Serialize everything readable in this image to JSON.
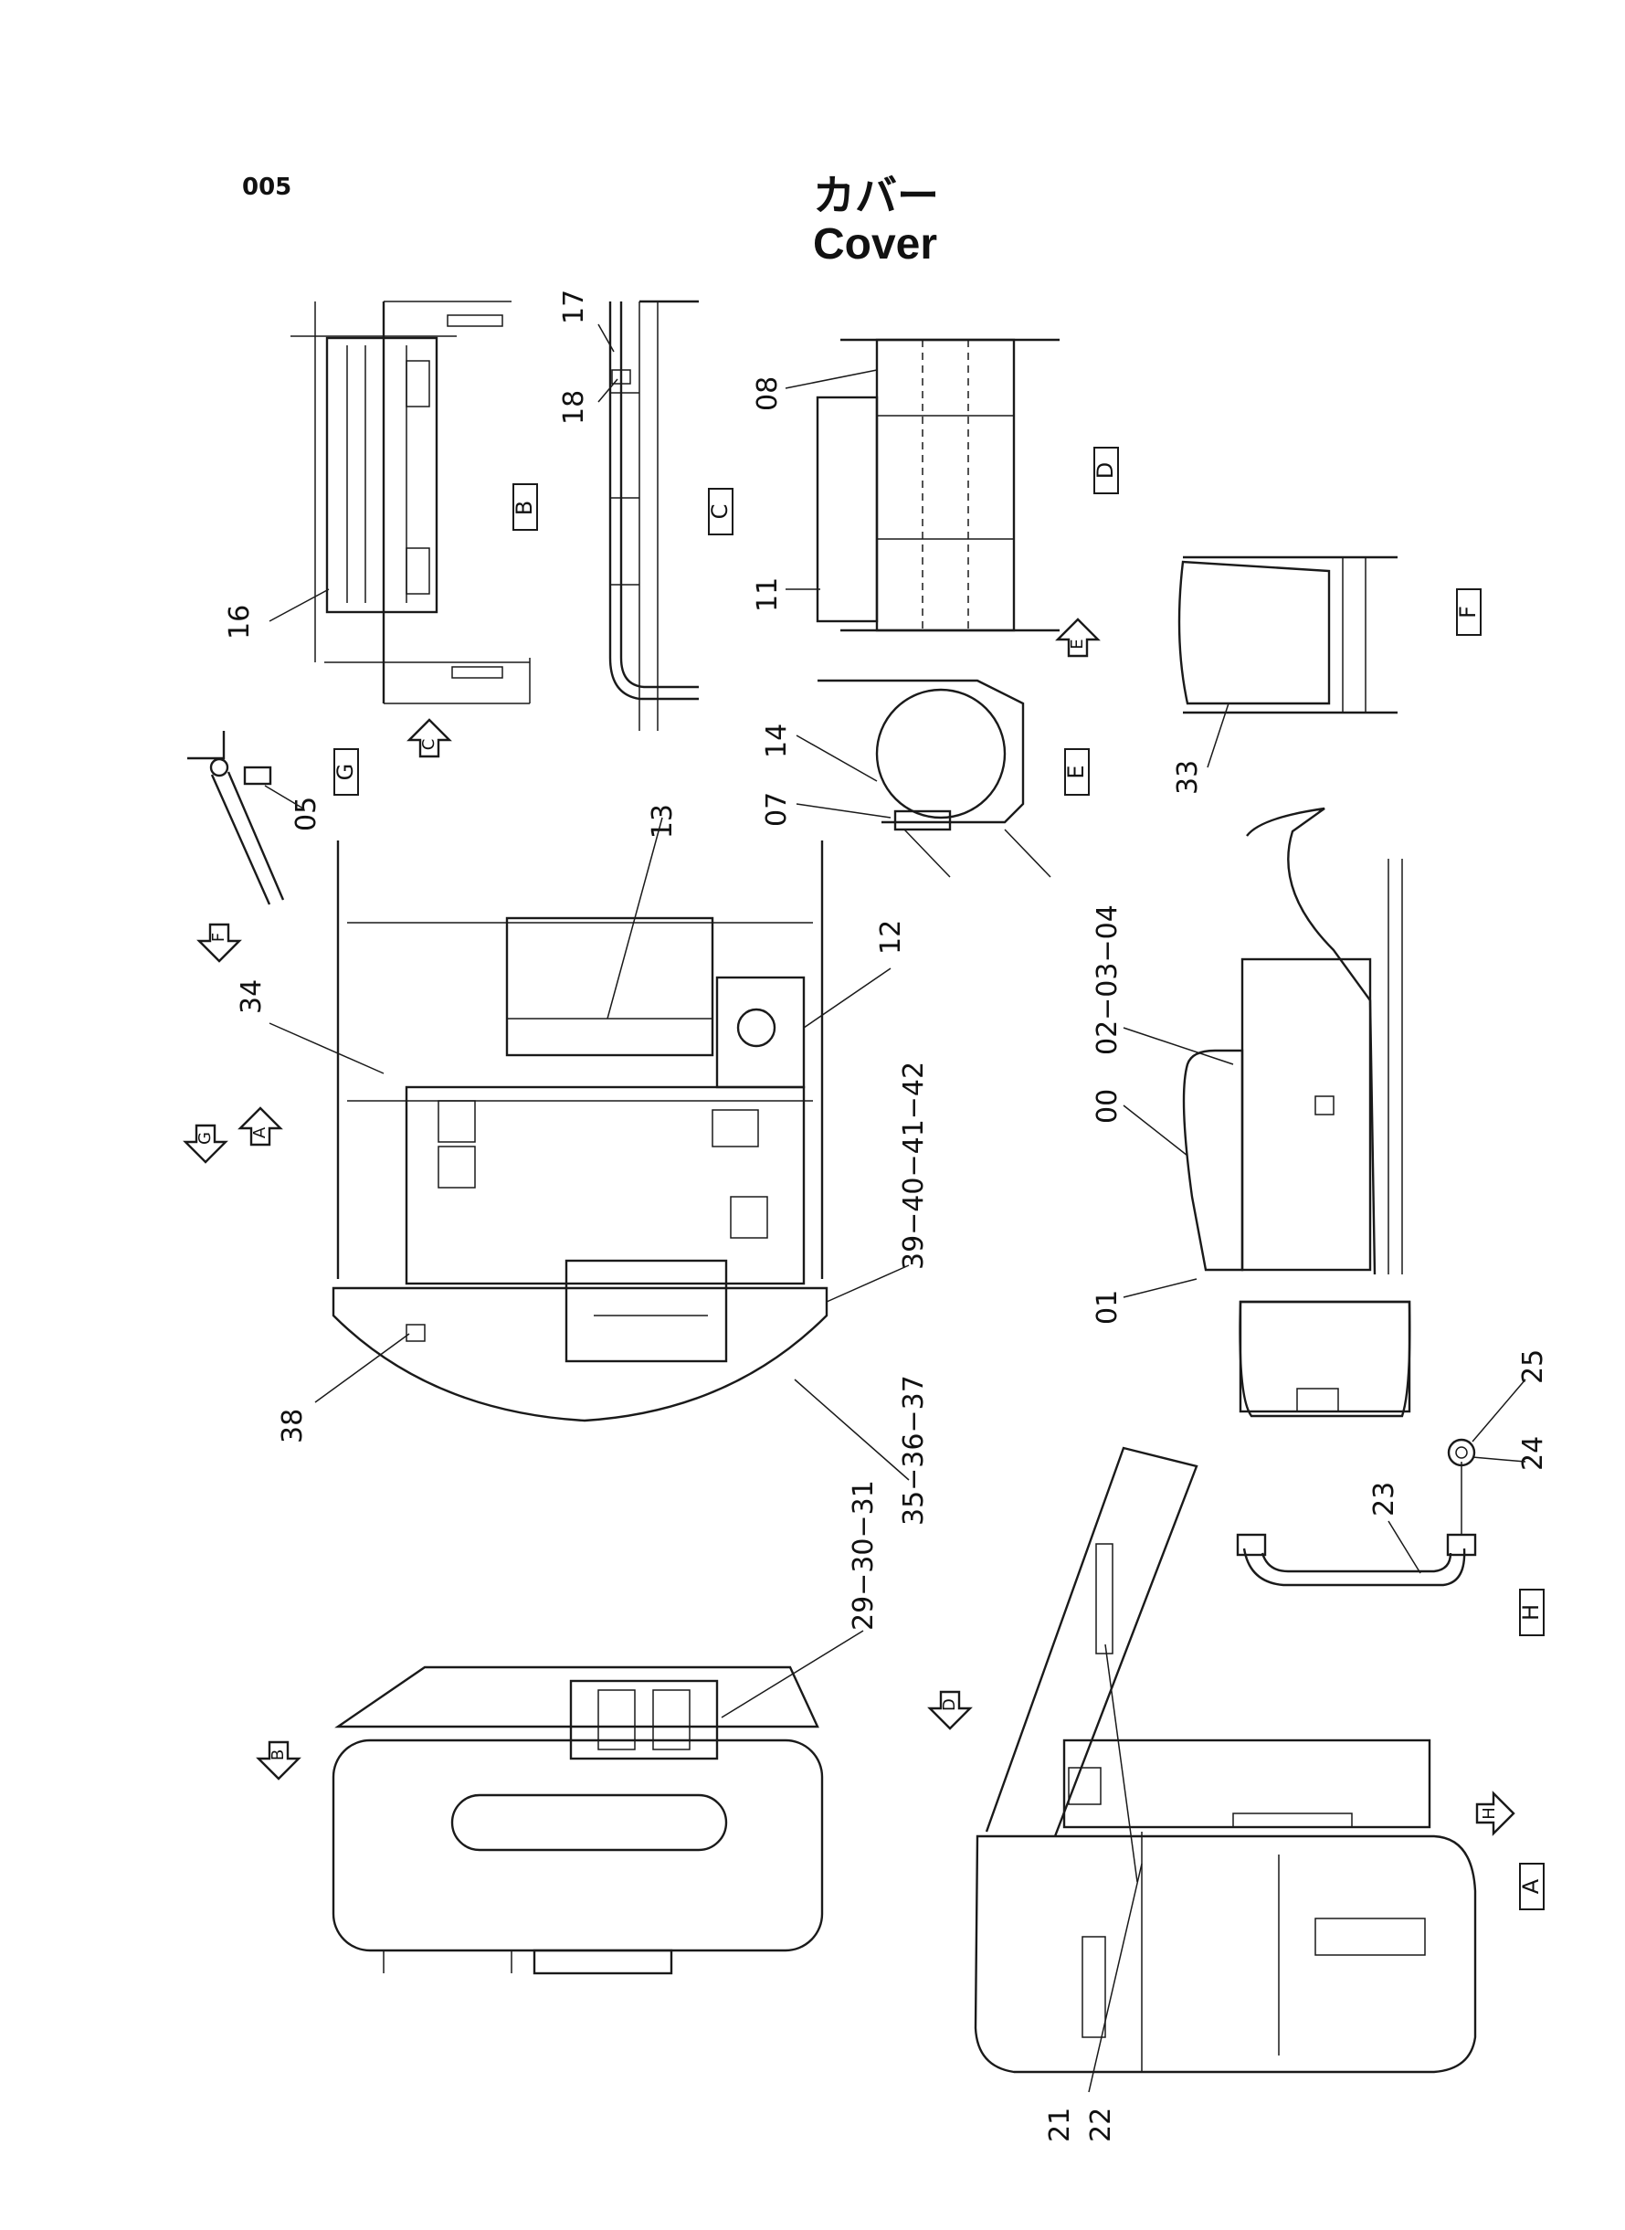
{
  "page": {
    "number": "005",
    "title_jp": "カバー",
    "title_en": "Cover"
  },
  "views": [
    {
      "letter": "B"
    },
    {
      "letter": "C"
    },
    {
      "letter": "D"
    },
    {
      "letter": "E"
    },
    {
      "letter": "F"
    },
    {
      "letter": "G"
    },
    {
      "letter": "H"
    },
    {
      "letter": "A"
    }
  ],
  "arrows": [
    "C",
    "E",
    "F",
    "G",
    "A",
    "B",
    "D",
    "H"
  ],
  "callouts": [
    "16",
    "17",
    "18",
    "08",
    "11",
    "14",
    "07",
    "33",
    "05",
    "13",
    "12",
    "34",
    "39−40−41−42",
    "38",
    "35−36−37",
    "02−03−04",
    "00",
    "01",
    "25",
    "24",
    "23",
    "29−30−31",
    "21",
    "22"
  ]
}
